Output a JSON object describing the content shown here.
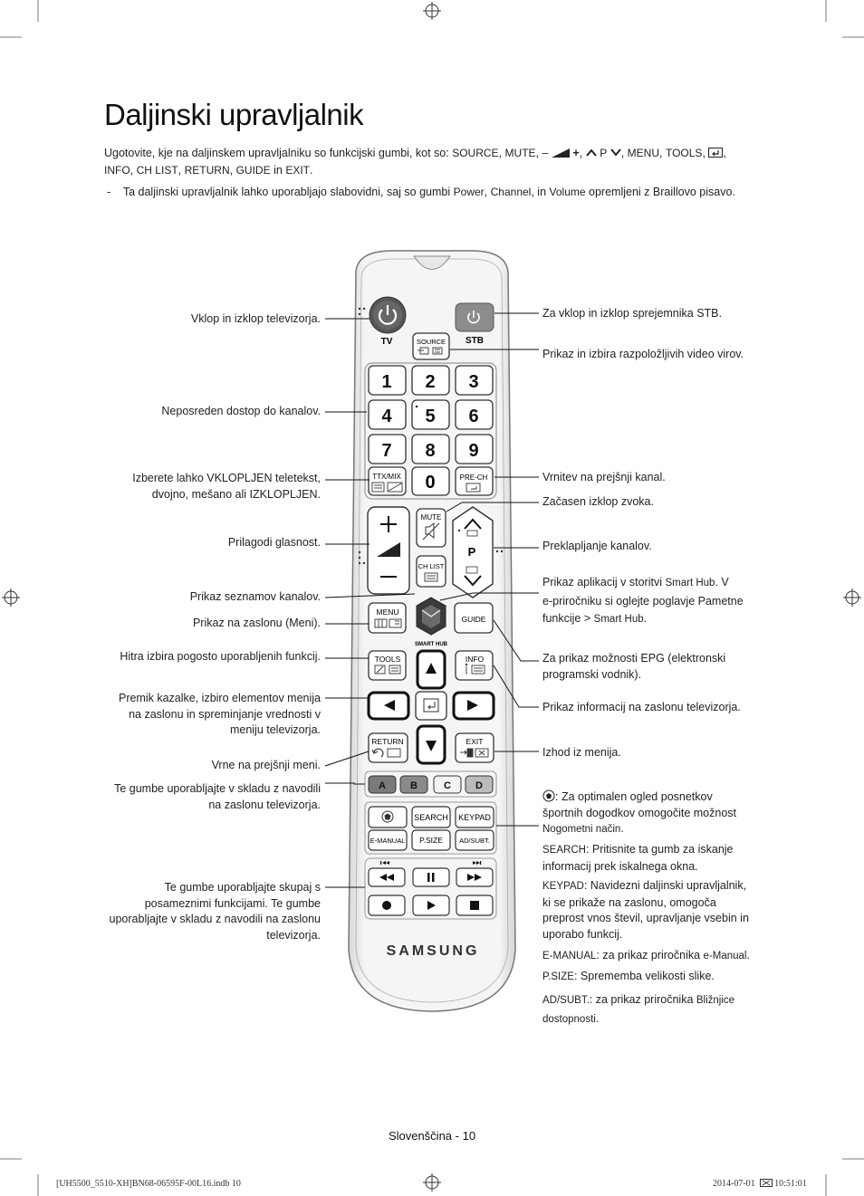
{
  "title": "Daljinski upravljalnik",
  "intro": {
    "lead": "Ugotovite, kje na daljinskem upravljalniku so funkcijski gumbi, kot so:",
    "k_source": "SOURCE",
    "k_mute": "MUTE",
    "minus": "–",
    "plus": "+",
    "k_p": "P",
    "k_menu": "MENU",
    "k_tools": "TOOLS",
    "k_info": "INFO",
    "k_chlist": "CH LIST",
    "k_return": "RETURN",
    "k_guide": "GUIDE",
    "word_in": "in",
    "k_exit": "EXIT",
    "comma": ",",
    "period": "."
  },
  "note": {
    "dash": "-",
    "text1": "Ta daljinski upravljalnik lahko uporabljajo slabovidni, saj so gumbi",
    "k_power": "Power",
    "k_channel": "Channel",
    "word_in": "in",
    "k_volume": "Volume",
    "text2": "opremljeni z Braillovo pisavo."
  },
  "labels_left": {
    "power": "Vklop in izklop televizorja.",
    "numbers": "Neposreden dostop do kanalov.",
    "ttx_1": "Izberete lahko VKLOPLJEN teletekst,",
    "ttx_2": "dvojno, mešano ali IZKLOPLJEN.",
    "volume": "Prilagodi glasnost.",
    "chlist": "Prikaz seznamov kanalov.",
    "menu": "Prikaz na zaslonu (Meni).",
    "tools": "Hitra izbira pogosto uporabljenih funkcij.",
    "nav_1": "Premik kazalke, izbiro elementov menija",
    "nav_2": "na zaslonu in spreminjanje vrednosti v",
    "nav_3": "meniju televizorja.",
    "return": "Vrne na prejšnji meni.",
    "color_1": "Te gumbe uporabljajte v skladu z navodili",
    "color_2": "na zaslonu televizorja.",
    "media_1": "Te gumbe uporabljajte skupaj s",
    "media_2": "posameznimi funkcijami. Te gumbe",
    "media_3": "uporabljajte v skladu z navodili na zaslonu",
    "media_4": "televizorja."
  },
  "labels_right": {
    "stb": "Za vklop in izklop sprejemnika STB.",
    "source": "Prikaz in izbira razpoložljivih video virov.",
    "prech": "Vrnitev na prejšnji kanal.",
    "mute": "Začasen izklop zvoka.",
    "channel": "Preklapljanje kanalov.",
    "sh_1": "Prikaz aplikacij v storitvi",
    "sh_k1": "Smart Hub",
    "sh_2": ". V",
    "sh_3": "e-priročniku si oglejte poglavje",
    "sh_k2": "Pametne",
    "sh_k3": "funkcije",
    "sh_gt": ">",
    "sh_k4": "Smart Hub",
    "sh_end": ".",
    "guide_1": "Za prikaz možnosti",
    "guide_k": "EPG",
    "guide_2": "(elektronski",
    "guide_3": "programski vodnik).",
    "info": "Prikaz informacij na zaslonu televizorja.",
    "exit": "Izhod iz menija.",
    "sport_1": ": Za optimalen ogled posnetkov",
    "sport_2": "športnih dogodkov omogočite možnost",
    "sport_k": "Nogometni način",
    "sport_end": ".",
    "search_k": "SEARCH",
    "search_1": ": Pritisnite ta gumb za iskanje",
    "search_2": "informacij prek iskalnega okna.",
    "keypad_k": "KEYPAD",
    "keypad_1": ": Navidezni daljinski upravljalnik,",
    "keypad_2": "ki se prikaže na zaslonu, omogoča",
    "keypad_3": "preprost vnos števil, upravljanje vsebin in",
    "keypad_4": "uporabo funkcij.",
    "emanual_k": "E-MANUAL",
    "emanual_1": ": za prikaz priročnika",
    "emanual_k2": "e-Manual",
    "emanual_end": ".",
    "psize_k": "P.SIZE",
    "psize_1": ": Sprememba velikosti slike.",
    "adsubt_k": "AD/SUBT.",
    "adsubt_1": ": za prikaz priročnika",
    "adsubt_k2": "Bližnjice",
    "adsubt_k3": "dostopnosti",
    "adsubt_end": "."
  },
  "remote": {
    "tv": "TV",
    "stb": "STB",
    "source": "SOURCE",
    "digits": [
      "1",
      "2",
      "3",
      "4",
      "5",
      "6",
      "7",
      "8",
      "9"
    ],
    "zero": "0",
    "ttx": "TTX/MIX",
    "prech": "PRE-CH",
    "mute": "MUTE",
    "p": "P",
    "chlist": "CH LIST",
    "menu": "MENU",
    "guide": "GUIDE",
    "smarthub": "SMART HUB",
    "tools": "TOOLS",
    "info": "INFO",
    "return": "RETURN",
    "exit": "EXIT",
    "colors": [
      "A",
      "B",
      "C",
      "D"
    ],
    "search": "SEARCH",
    "keypad": "KEYPAD",
    "emanual": "E-MANUAL",
    "psize": "P.SIZE",
    "adsubt": "AD/SUBT.",
    "brand": "SAMSUNG"
  },
  "footer": {
    "page": "Slovenščina - 10"
  },
  "print": {
    "file": "[UH5500_5510-XH]BN68-06595F-00L16.indb 10",
    "date": "2014-07-01",
    "time": "10:51:01"
  }
}
